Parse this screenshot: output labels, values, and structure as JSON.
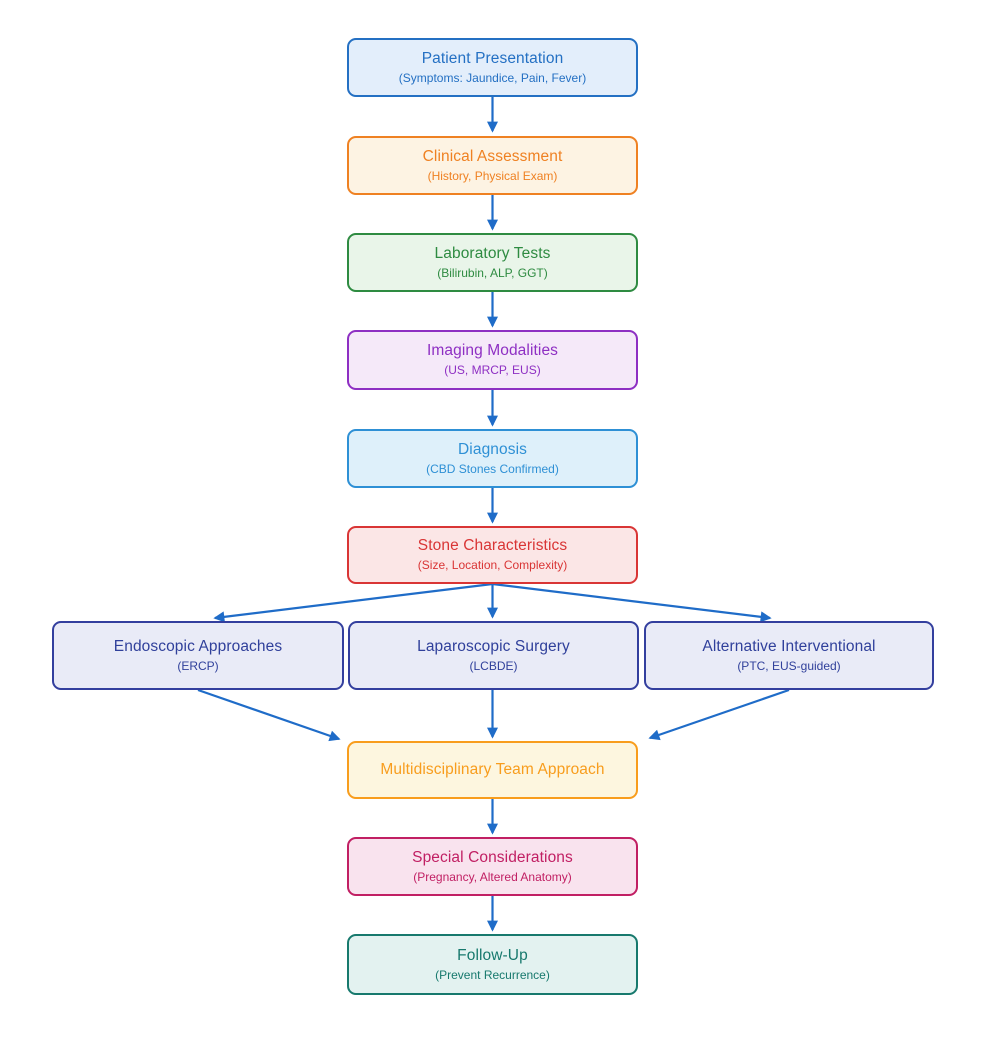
{
  "diagram": {
    "type": "flowchart",
    "arrow_color": "#1f6cc8",
    "nodes": {
      "patient": {
        "title": "Patient Presentation",
        "subtitle": "(Symptoms: Jaundice, Pain, Fever)",
        "border_color": "#2470c3",
        "fill_color": "#e3eefb",
        "text_color": "#2470c3"
      },
      "clinical": {
        "title": "Clinical Assessment",
        "subtitle": "(History, Physical Exam)",
        "border_color": "#ef8122",
        "fill_color": "#fdf3e3",
        "text_color": "#ef8122"
      },
      "laboratory": {
        "title": "Laboratory Tests",
        "subtitle": "(Bilirubin, ALP, GGT)",
        "border_color": "#2e8b41",
        "fill_color": "#e9f5e9",
        "text_color": "#2e8b41"
      },
      "imaging": {
        "title": "Imaging Modalities",
        "subtitle": "(US, MRCP, EUS)",
        "border_color": "#8e2fc3",
        "fill_color": "#f5e9f9",
        "text_color": "#8e2fc3"
      },
      "diagnosis": {
        "title": "Diagnosis",
        "subtitle": "(CBD Stones Confirmed)",
        "border_color": "#2e90d5",
        "fill_color": "#def0fa",
        "text_color": "#2e90d5"
      },
      "stone": {
        "title": "Stone Characteristics",
        "subtitle": "(Size, Location, Complexity)",
        "border_color": "#d93535",
        "fill_color": "#fbe6e6",
        "text_color": "#d93535"
      },
      "endoscopic": {
        "title": "Endoscopic Approaches",
        "subtitle": "(ERCP)",
        "border_color": "#333f9e",
        "fill_color": "#e9ebf7",
        "text_color": "#30409b"
      },
      "laparoscopic": {
        "title": "Laparoscopic Surgery",
        "subtitle": "(LCBDE)",
        "border_color": "#333f9e",
        "fill_color": "#e9ebf7",
        "text_color": "#30409b"
      },
      "alternative": {
        "title": "Alternative Interventional",
        "subtitle": "(PTC, EUS-guided)",
        "border_color": "#333f9e",
        "fill_color": "#e9ebf7",
        "text_color": "#30409b"
      },
      "mdt": {
        "title": "Multidisciplinary Team Approach",
        "subtitle": "",
        "border_color": "#f89d1d",
        "fill_color": "#fdf6df",
        "text_color": "#f89d1d"
      },
      "special": {
        "title": "Special Considerations",
        "subtitle": "(Pregnancy, Altered Anatomy)",
        "border_color": "#c11f63",
        "fill_color": "#f9e3ee",
        "text_color": "#c11f63"
      },
      "followup": {
        "title": "Follow-Up",
        "subtitle": "(Prevent Recurrence)",
        "border_color": "#17796d",
        "fill_color": "#e3f2f0",
        "text_color": "#17796d"
      }
    },
    "edges": [
      {
        "from": "patient",
        "to": "clinical"
      },
      {
        "from": "clinical",
        "to": "laboratory"
      },
      {
        "from": "laboratory",
        "to": "imaging"
      },
      {
        "from": "imaging",
        "to": "diagnosis"
      },
      {
        "from": "diagnosis",
        "to": "stone"
      },
      {
        "from": "stone",
        "to": "endoscopic"
      },
      {
        "from": "stone",
        "to": "laparoscopic"
      },
      {
        "from": "stone",
        "to": "alternative"
      },
      {
        "from": "endoscopic",
        "to": "mdt"
      },
      {
        "from": "laparoscopic",
        "to": "mdt"
      },
      {
        "from": "alternative",
        "to": "mdt"
      },
      {
        "from": "mdt",
        "to": "special"
      },
      {
        "from": "special",
        "to": "followup"
      }
    ]
  }
}
